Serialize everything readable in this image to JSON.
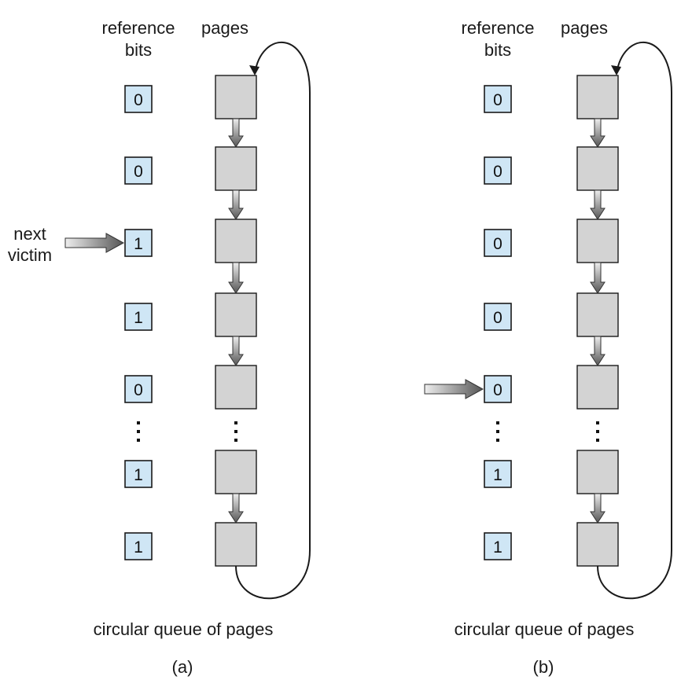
{
  "panels": [
    {
      "id": "a",
      "header_reference_line1": "reference",
      "header_reference_line2": "bits",
      "header_pages": "pages",
      "bits": [
        "0",
        "0",
        "1",
        "1",
        "0",
        ":",
        "1",
        "1"
      ],
      "pointer_index": 2,
      "pointer_label_line1": "next",
      "pointer_label_line2": "victim",
      "caption": "circular queue of pages",
      "label": "(a)"
    },
    {
      "id": "b",
      "header_reference_line1": "reference",
      "header_reference_line2": "bits",
      "header_pages": "pages",
      "bits": [
        "0",
        "0",
        "0",
        "0",
        "0",
        ":",
        "1",
        "1"
      ],
      "pointer_index": 4,
      "pointer_label_line1": "",
      "pointer_label_line2": "",
      "caption": "circular queue of pages",
      "label": "(b)"
    }
  ],
  "colors": {
    "bit_fill": "#cfe6f5",
    "page_fill": "#d3d3d3",
    "stroke": "#1a1a1a",
    "arrow_dark": "#555555",
    "arrow_light": "#eeeeee"
  }
}
